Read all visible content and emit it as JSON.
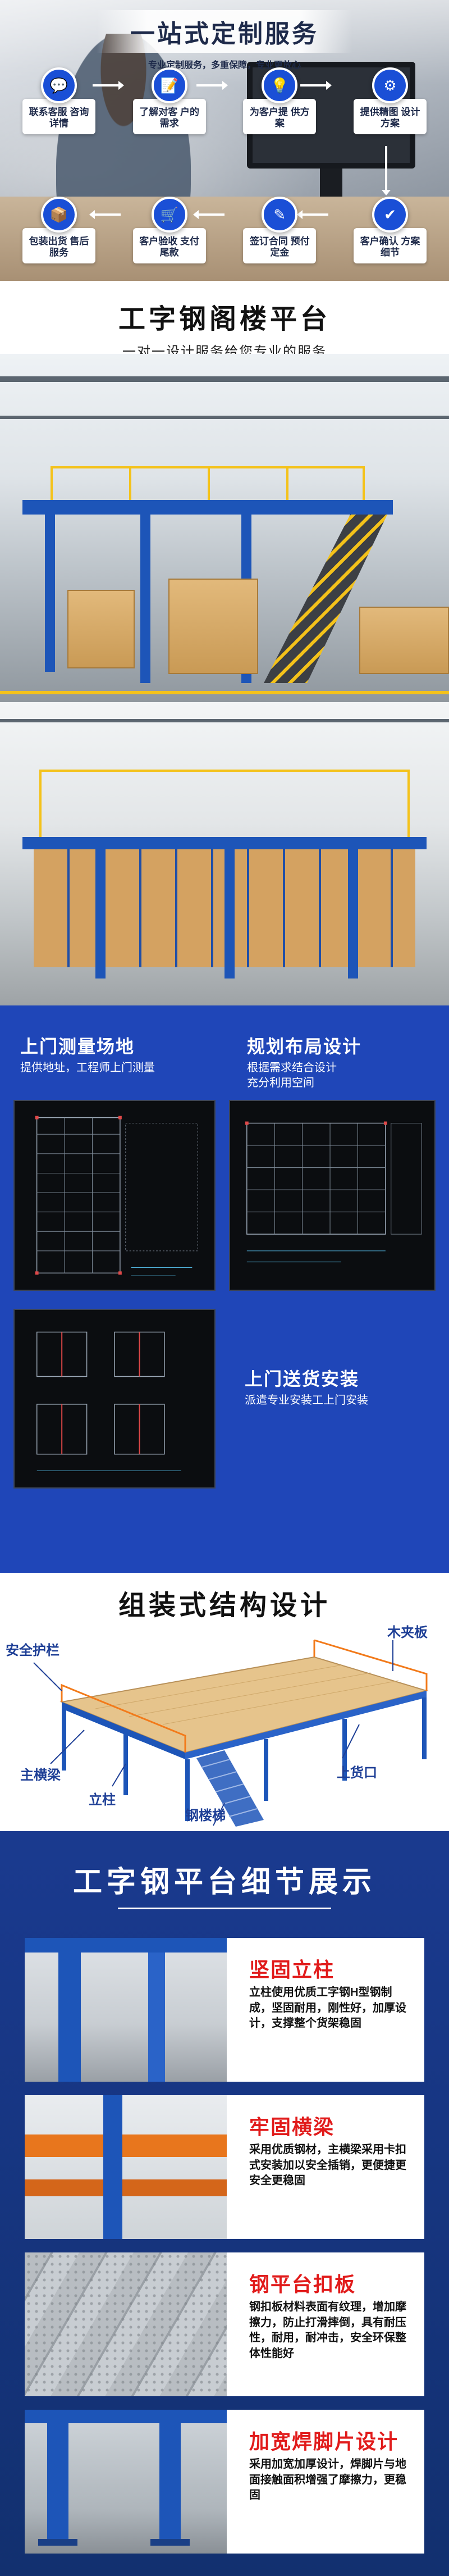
{
  "service": {
    "title": "一站式定制服务",
    "subtitle": "专业定制服务，多重保障，专业更放心",
    "steps_top": [
      {
        "label": "联系客服 咨询详情",
        "icon": "chat-icon"
      },
      {
        "label": "了解对客 户的需求",
        "icon": "document-icon"
      },
      {
        "label": "为客户提 供方案",
        "icon": "lightbulb-icon"
      },
      {
        "label": "提供精图 设计方案",
        "icon": "gear-icon"
      }
    ],
    "steps_bottom": [
      {
        "label": "包装出货 售后服务",
        "icon": "package-icon"
      },
      {
        "label": "客户验收 支付尾款",
        "icon": "cart-icon"
      },
      {
        "label": "签订合同 预付定金",
        "icon": "contract-icon"
      },
      {
        "label": "客户确认 方案细节",
        "icon": "user-check-icon"
      }
    ]
  },
  "platform": {
    "title": "工字钢阁楼平台",
    "subtitle": "一对一设计服务给您专业的服务"
  },
  "design": {
    "site_title": "上门测量场地",
    "site_desc": "提供地址，工程师上门测量",
    "plan_title": "规划布局设计",
    "plan_desc_1": "根据需求结合设计",
    "plan_desc_2": "充分利用空间",
    "install_title": "上门送货安装",
    "install_desc": "派遣专业安装工上门安装"
  },
  "structure": {
    "title": "组装式结构设计",
    "labels": {
      "guardrail": "安全护栏",
      "board": "木夹板",
      "main_beam": "主横梁",
      "column": "立柱",
      "unload": "上货口",
      "stair": "钢楼梯"
    }
  },
  "details": {
    "title": "工字钢平台细节展示",
    "items": [
      {
        "title": "坚固立柱",
        "desc": "立柱使用优质工字钢H型钢制成，坚固耐用，刚性好，加厚设计，支撑整个货架稳固"
      },
      {
        "title": "牢固横梁",
        "desc": "采用优质钢材，主横梁采用卡扣式安装加以安全插销，更便捷更安全更稳固"
      },
      {
        "title": "钢平台扣板",
        "desc": "钢扣板材料表面有纹理，增加摩擦力，防止打滑摔倒，具有耐压性，耐用，耐冲击，安全环保整体性能好"
      },
      {
        "title": "加宽焊脚片设计",
        "desc": "采用加宽加厚设计，焊脚片与地面接触面积增强了摩擦力，更稳固"
      }
    ]
  },
  "colors": {
    "brand_blue": "#1a4fd6",
    "accent_red": "#e11b1b",
    "rail_yellow": "#f4c21a"
  }
}
